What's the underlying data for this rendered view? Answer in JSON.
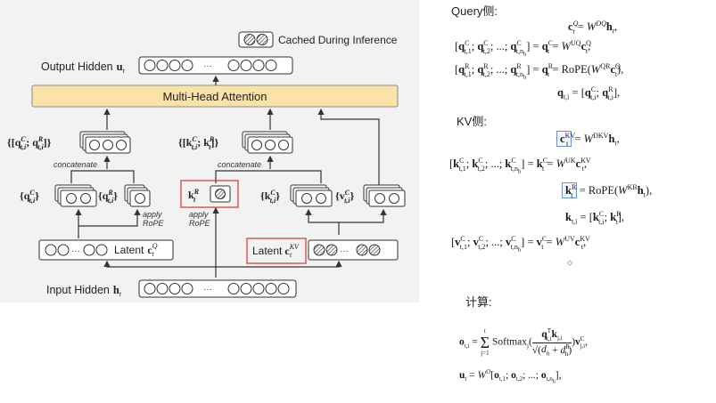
{
  "diagram": {
    "legend": "Cached During Inference",
    "output_hidden": "Output Hidden",
    "output_var": "u",
    "output_sub": "t",
    "input_hidden": "Input Hidden",
    "input_var": "h",
    "input_sub": "t",
    "mha": "Multi-Head Attention",
    "q_concat_top": "{[q",
    "q_concat_top_rest": "C t,i ; q R t,i ]}",
    "k_concat_top": "{[k",
    "k_concat_top_rest": "C t,i ; k R t ]}",
    "concatenate": "concatenate",
    "q_c_label": "{q",
    "q_c_rest": "C t,i }",
    "q_r_label": "{q",
    "q_r_rest": "R t,i }",
    "k_r_label": "k",
    "k_r_rest": "R t",
    "k_c_label": "{k",
    "k_c_rest": "C t,i }",
    "v_c_label": "{v",
    "v_c_rest": "C t,i }",
    "apply_rope": "apply",
    "rope": "RoPE",
    "latent": "Latent",
    "latent_q_var": "c",
    "latent_q_sup": "Q",
    "latent_q_sub": "t",
    "latent_kv_var": "c",
    "latent_kv_sup": "KV",
    "latent_kv_sub": "t",
    "dots": "···"
  },
  "text": {
    "query_header": "Query侧:",
    "kv_header": "KV侧:",
    "compute_header": "计算:",
    "q_eq1": "c",
    "q_eq1_sup": "Q",
    "q_eq1_sub": "t",
    "q_eq1_rhs": "= W",
    "q_eq1_rhs_sup": "DQ",
    "q_eq1_rhs_end": "h",
    "q_eq1_rhs_sub": "t",
    "q_eq2_lhs": "[q",
    "q_eq2_lhs_rest": "C t,1 ; q C t,2 ; ...; q C t,n h ]",
    "q_eq2_rhs": "= q",
    "q_eq2_rhs_rest": "C t = W UQ c Q t ,",
    "q_eq3_lhs": "[q",
    "q_eq3_lhs_rest": "R t,1 ; q R t,2 ; ...; q R t,n h ]",
    "q_eq3_rhs": "= q R t = RoPE(W QR c Q t ),",
    "q_eq4": "q t,i = [q C t,i ; q R t,i ],",
    "kv_eq1": "= W DKV h t ,",
    "kv_eq2_lhs": "[k C t,1 ; k C t,2 ; ...; k C t,n h ]",
    "kv_eq2_rhs": "= k C t = W UK c KV t ,",
    "kv_eq3": "= RoPE(W KR h t ),",
    "kv_eq4": "k t,i = [k C t,i ; k R t ],",
    "kv_eq5_lhs": "[v C t,1 ; v C t,2 ; ...; v C t,n h ]",
    "kv_eq5_rhs": "= v C t = W UV c KV t ,",
    "comp_eq1_lhs": "o t,i =",
    "comp_eq1_sum": "Σ",
    "comp_eq1_sum_top": "t",
    "comp_eq1_sum_bot": "j=1",
    "comp_eq1_softmax": "Softmax",
    "comp_eq1_num": "q T t,i k j,i",
    "comp_eq1_den": "√(d h + d R h)",
    "comp_eq1_tail": ") v C j,i ,",
    "comp_eq2": "u t = W O [o t,1 ; o t,2 ; ...; o t,n h ],",
    "diamond": "⬦"
  },
  "colors": {
    "mha_fill": "#fbe2a8",
    "mha_stroke": "#8a8a8a",
    "highlight_red": "#d0463b",
    "hatch": "#555555",
    "box_stroke": "#333333",
    "bg_panel": "#f2f2f2"
  }
}
